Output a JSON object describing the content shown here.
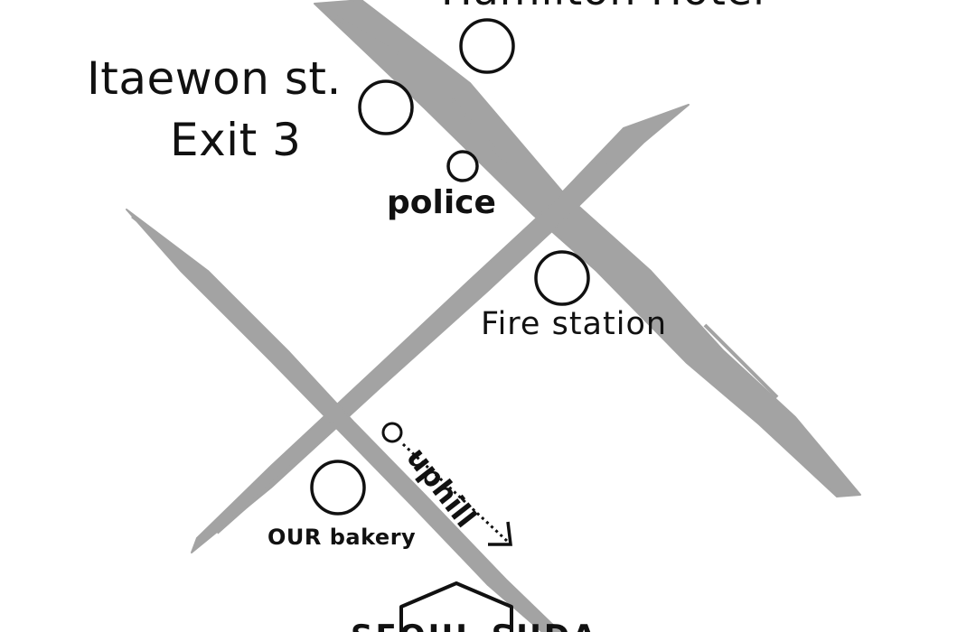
{
  "map": {
    "colors": {
      "road": "#a3a3a3",
      "ink": "#111111",
      "background": "#ffffff"
    },
    "labels": {
      "hotel": "Hamilton Hotel",
      "station_line1": "Itaewon st.",
      "station_line2": "Exit 3",
      "police": "police",
      "fire_station": "Fire station",
      "bakery": "OUR bakery",
      "uphill": "uphill",
      "bottom_partial": "SEOUL SUDA"
    },
    "icons": {
      "landmark_marker": "circle",
      "destination": "house-outline",
      "direction": "dotted-arrow"
    }
  }
}
